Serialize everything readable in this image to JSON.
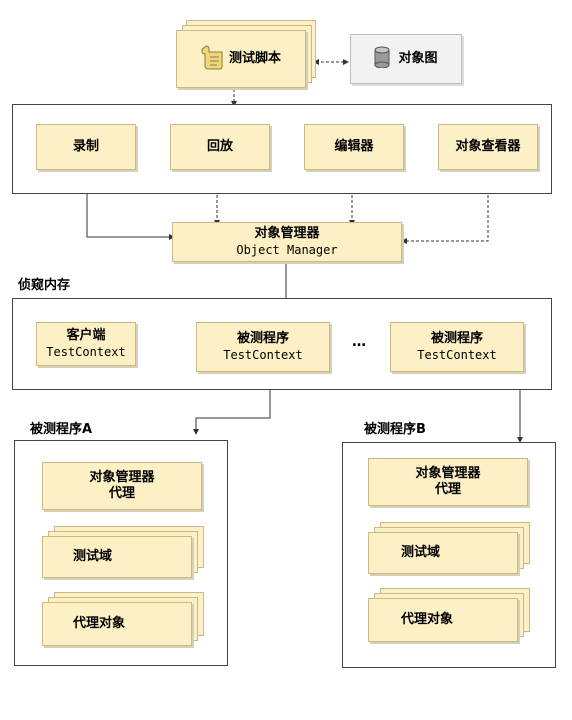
{
  "top": {
    "script": "测试脚本",
    "object_map": "对象图"
  },
  "tools": {
    "record": "录制",
    "playback": "回放",
    "editor": "编辑器",
    "object_viewer": "对象查看器"
  },
  "manager": {
    "line1": "对象管理器",
    "line2": "Object Manager"
  },
  "sniff_memory": "侦窥内存",
  "contexts": {
    "client_line1": "客户端",
    "client_line2": "TestContext",
    "aut1_line1": "被测程序",
    "aut1_line2": "TestContext",
    "ellipsis": "…",
    "aut2_line1": "被测程序",
    "aut2_line2": "TestContext"
  },
  "app_a": {
    "title": "被测程序A",
    "proxy_line1": "对象管理器",
    "proxy_line2": "代理",
    "domain": "测试域",
    "proxy_objects": "代理对象"
  },
  "app_b": {
    "title": "被测程序B",
    "proxy_line1": "对象管理器",
    "proxy_line2": "代理",
    "domain": "测试域",
    "proxy_objects": "代理对象"
  }
}
